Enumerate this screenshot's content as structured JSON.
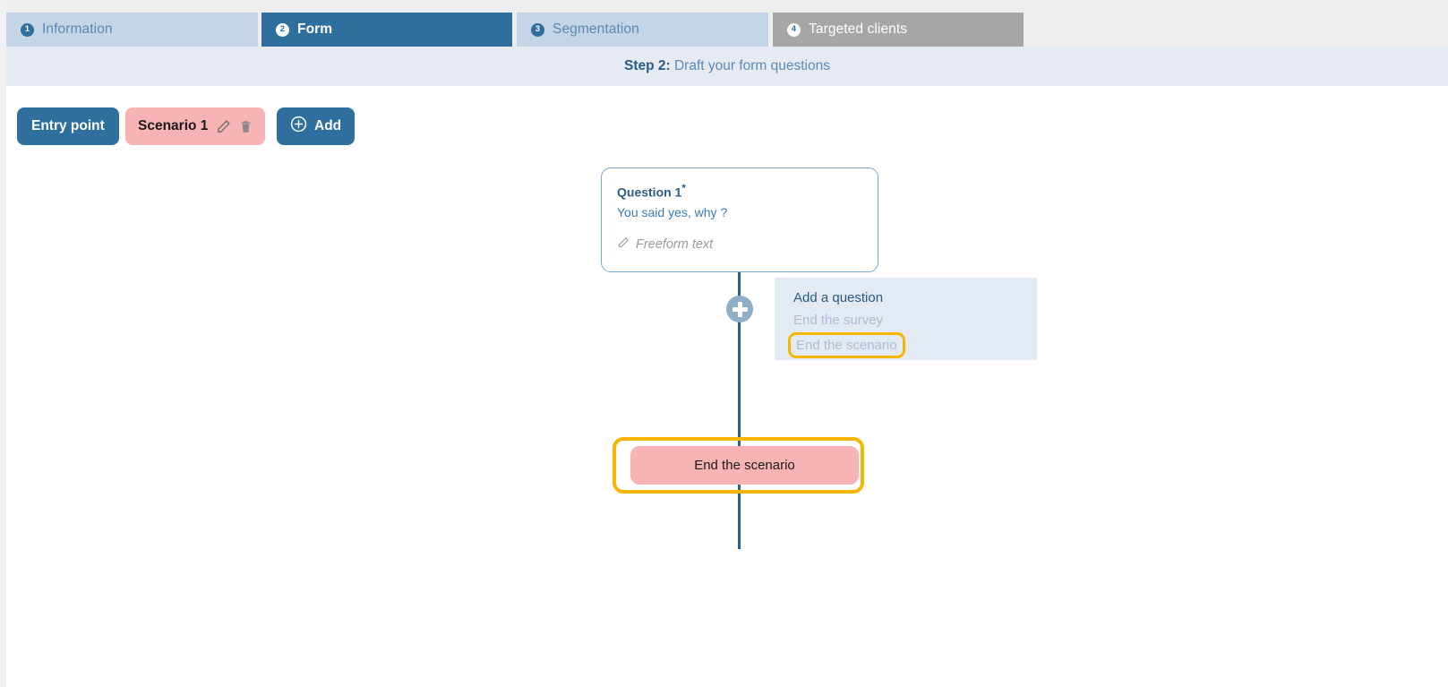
{
  "tabs": [
    {
      "num": "1",
      "label": "Information",
      "state": "inactive"
    },
    {
      "num": "2",
      "label": "Form",
      "state": "active"
    },
    {
      "num": "3",
      "label": "Segmentation",
      "state": "inactive"
    },
    {
      "num": "4",
      "label": "Targeted clients",
      "state": "disabled"
    }
  ],
  "step_bar": {
    "step_number": "Step 2:",
    "step_title": " Draft your form questions"
  },
  "toolbar": {
    "entry_point_label": "Entry point",
    "scenario_label": "Scenario 1",
    "scenario_edit_icon": "pencil-icon",
    "scenario_delete_icon": "trash-icon",
    "add_label": "Add",
    "add_icon": "plus-circle-icon"
  },
  "flow": {
    "question_card": {
      "title": "Question 1",
      "required_marker": "*",
      "text": "You said yes, why ?",
      "answer_type": "Freeform text",
      "answer_type_icon": "pencil-icon"
    },
    "add_node": {
      "icon": "plus-icon"
    },
    "menu": {
      "items": [
        {
          "label": "Add a question",
          "state": "enabled",
          "highlighted": false
        },
        {
          "label": "End the survey",
          "state": "disabled",
          "highlighted": false
        },
        {
          "label": "End the scenario",
          "state": "disabled",
          "highlighted": true
        }
      ]
    },
    "end_node": {
      "label": "End the scenario",
      "highlighted": true
    }
  },
  "colors": {
    "accent_blue": "#2e6f9e",
    "tab_inactive": "#c5d5e8",
    "tab_disabled": "#a6a6a6",
    "stepbar_bg": "#e6eaf3",
    "menu_bg": "#e4eaf4",
    "pink": "#f8b4b4",
    "highlight_yellow": "#f5b500",
    "connector_blue": "#2c5f8a",
    "page_bg": "#eeeeee"
  }
}
